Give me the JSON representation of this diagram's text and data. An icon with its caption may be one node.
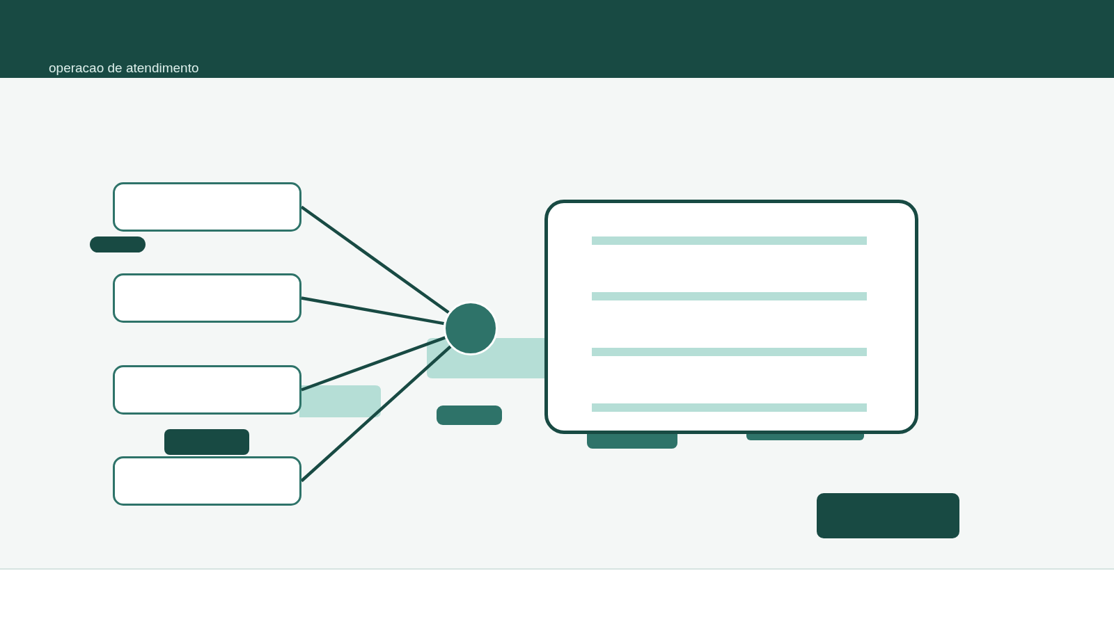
{
  "diagram": {
    "title": "operacao de atendimento",
    "nodes": [
      {
        "text": [],
        "shape": "box"
      },
      {
        "text": [],
        "shape": "bar"
      },
      {
        "text": [],
        "shape": "box"
      },
      {
        "text": [],
        "shape": "box"
      },
      {
        "text": [],
        "shape": "bar"
      },
      {
        "text": [],
        "shape": "box"
      },
      {
        "text": [],
        "shape": "circle"
      },
      {
        "text": [],
        "shape": "bar"
      },
      {
        "text": [],
        "shape": "box"
      },
      {
        "text": [],
        "shape": "bar"
      },
      {
        "text": [],
        "shape": "bar"
      },
      {
        "text": [],
        "shape": "box"
      }
    ],
    "edges": [
      {
        "from": 0,
        "to": 6,
        "arrow": "none"
      },
      {
        "from": 2,
        "to": 6,
        "arrow": "none"
      },
      {
        "from": 3,
        "to": 6,
        "arrow": "none"
      },
      {
        "from": 5,
        "to": 6,
        "arrow": "none"
      }
    ]
  }
}
